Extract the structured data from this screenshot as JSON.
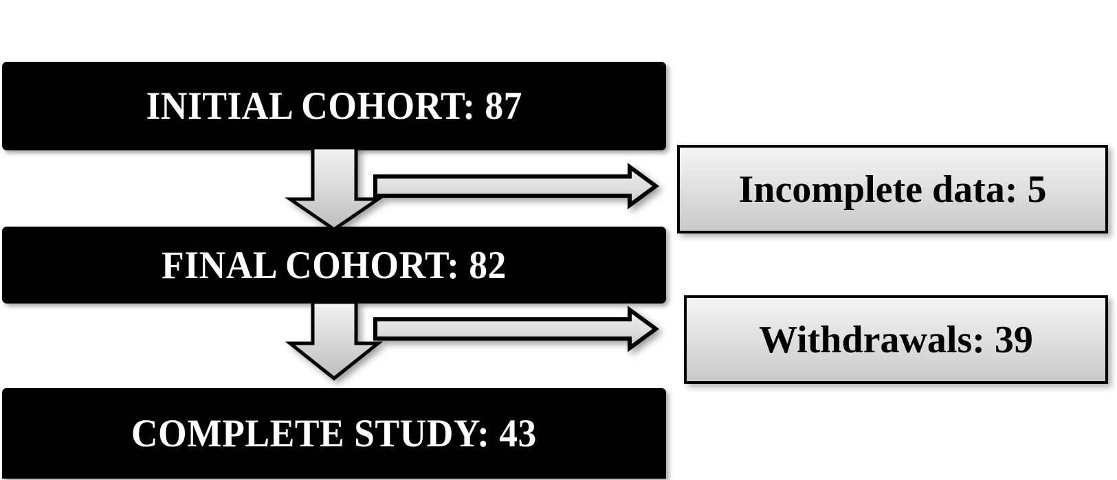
{
  "diagram": {
    "type": "participant-flow-chart",
    "title": "",
    "background_color": "#ffffff",
    "cohort_boxes": [
      {
        "id": "initial",
        "label": "INITIAL COHORT: 87",
        "count": 87,
        "fill": "#000000",
        "text_color": "#ffffff"
      },
      {
        "id": "final",
        "label": "FINAL COHORT: 82",
        "count": 82,
        "fill": "#000000",
        "text_color": "#ffffff"
      },
      {
        "id": "complete",
        "label": "COMPLETE STUDY: 43",
        "count": 43,
        "fill": "#000000",
        "text_color": "#ffffff"
      }
    ],
    "exclusion_boxes": [
      {
        "id": "incomplete",
        "label": "Incomplete data: 5",
        "count": 5,
        "fill": "#d9d9d9",
        "text_color": "#000000"
      },
      {
        "id": "withdrawals",
        "label": "Withdrawals: 39",
        "count": 39,
        "fill": "#d9d9d9",
        "text_color": "#000000"
      }
    ],
    "arrows": [
      {
        "id": "down-1",
        "direction": "down",
        "from": "initial",
        "to": "final"
      },
      {
        "id": "right-1",
        "direction": "right",
        "from": "initial",
        "to": "incomplete"
      },
      {
        "id": "down-2",
        "direction": "down",
        "from": "final",
        "to": "complete"
      },
      {
        "id": "right-2",
        "direction": "right",
        "from": "final",
        "to": "withdrawals"
      }
    ]
  }
}
